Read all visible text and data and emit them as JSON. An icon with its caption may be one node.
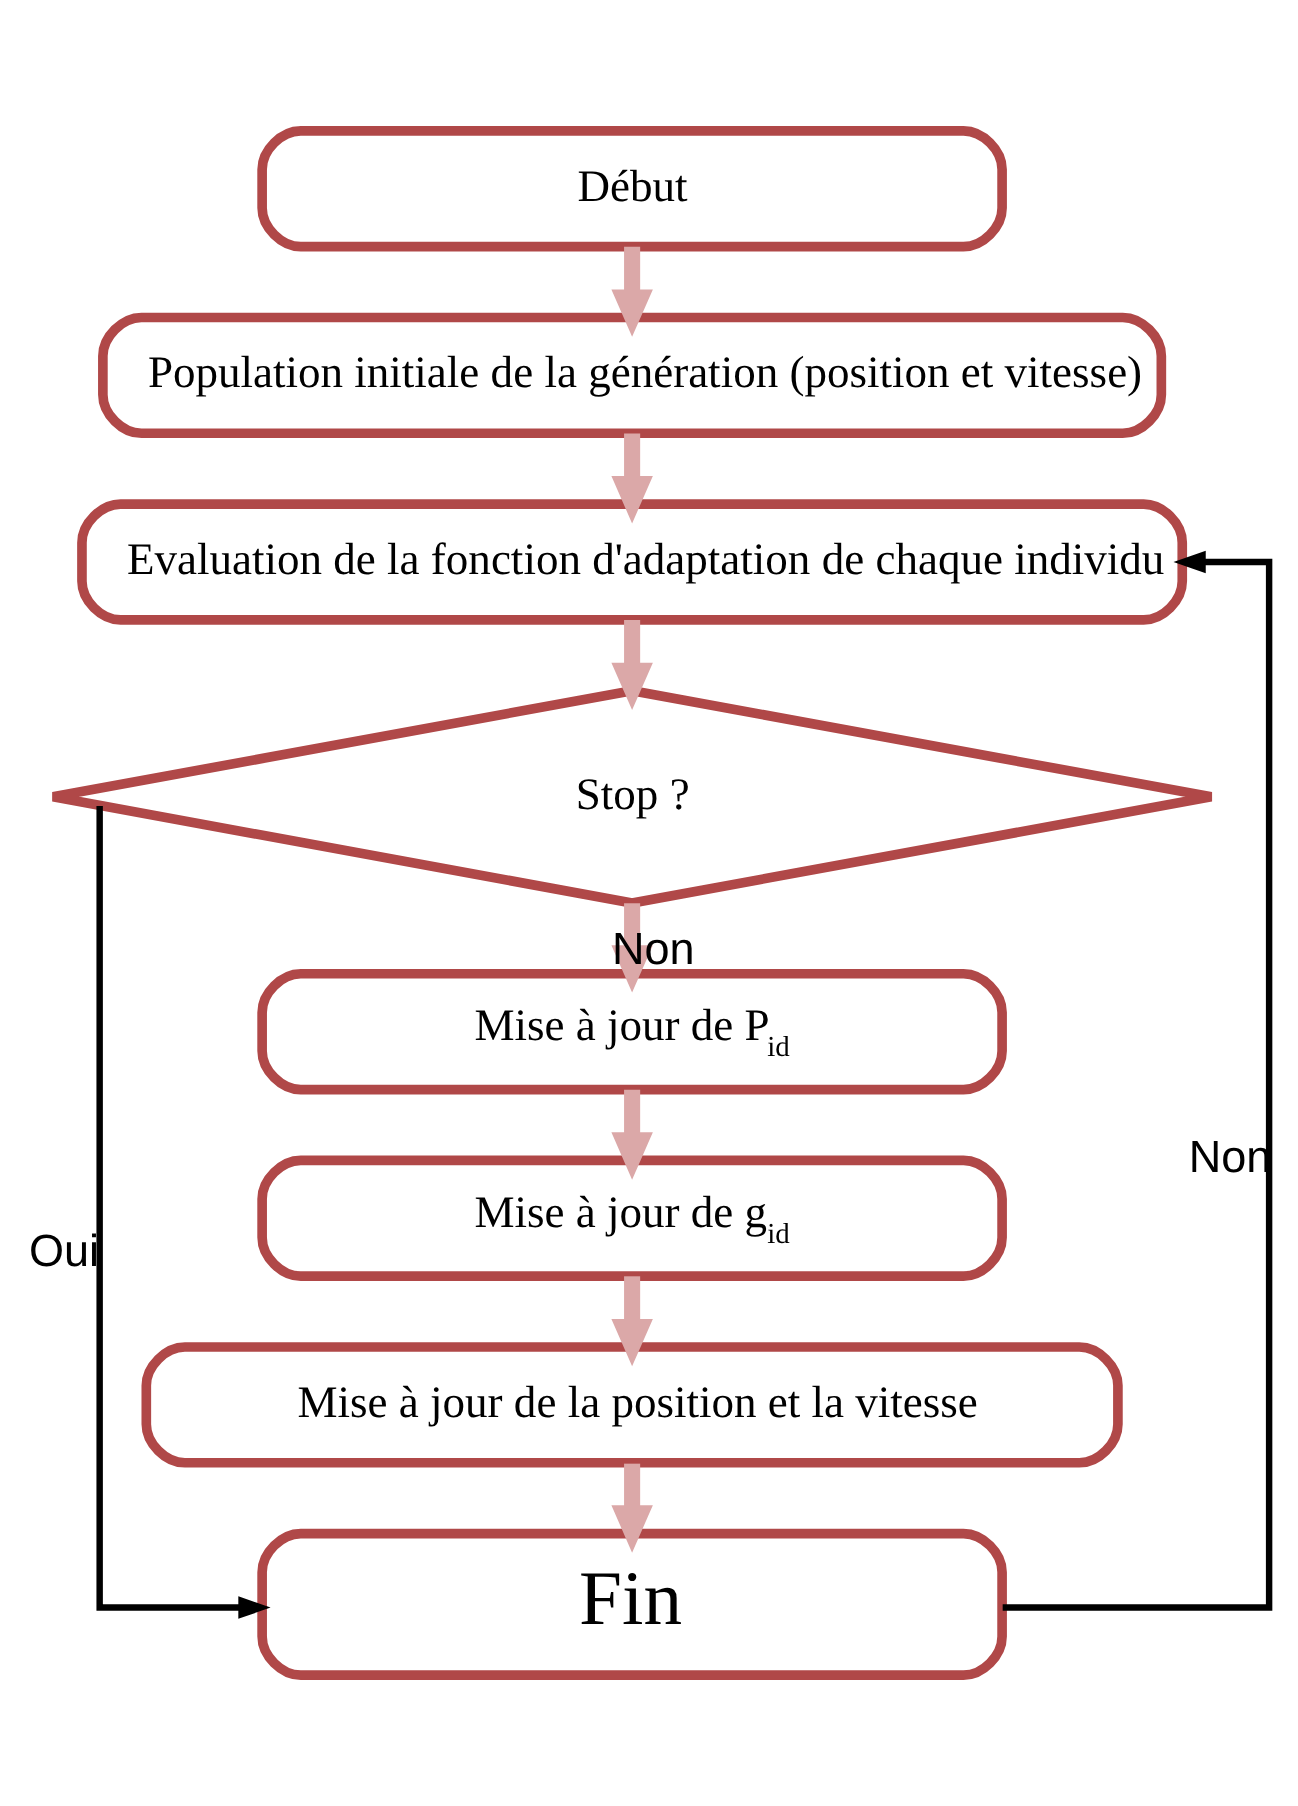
{
  "diagram": {
    "nodes": [
      {
        "text": [
          "Début"
        ]
      },
      {
        "text": [
          "Population initiale de la génération (position et vitesse)"
        ]
      },
      {
        "text": [
          "Evaluation de la fonction d'adaptation de chaque individu"
        ]
      },
      {
        "text": [
          "Stop ?"
        ]
      },
      {
        "text": [
          "Mise à jour de P$_{id}$"
        ]
      },
      {
        "text": [
          "Mise à jour de g$_{id}$"
        ]
      },
      {
        "text": [
          "Mise à jour de la position et la vitesse"
        ]
      },
      {
        "text": [
          "Fin"
        ]
      }
    ],
    "edges": [
      {
        "from": 0,
        "to": 1,
        "arrow": "to"
      },
      {
        "from": 1,
        "to": 2,
        "arrow": "to"
      },
      {
        "from": 2,
        "to": 3,
        "arrow": "to"
      },
      {
        "from": 3,
        "to": 4,
        "arrow": "to",
        "label": "Non"
      },
      {
        "from": 4,
        "to": 5,
        "arrow": "to"
      },
      {
        "from": 5,
        "to": 6,
        "arrow": "to"
      },
      {
        "from": 6,
        "to": 7,
        "arrow": "to"
      },
      {
        "from": 3,
        "to": 7,
        "arrow": "to",
        "label": "Oui",
        "color": "#000000"
      },
      {
        "from": 7,
        "to": 2,
        "arrow": "to",
        "label": "Non",
        "color": "#000000"
      }
    ]
  }
}
